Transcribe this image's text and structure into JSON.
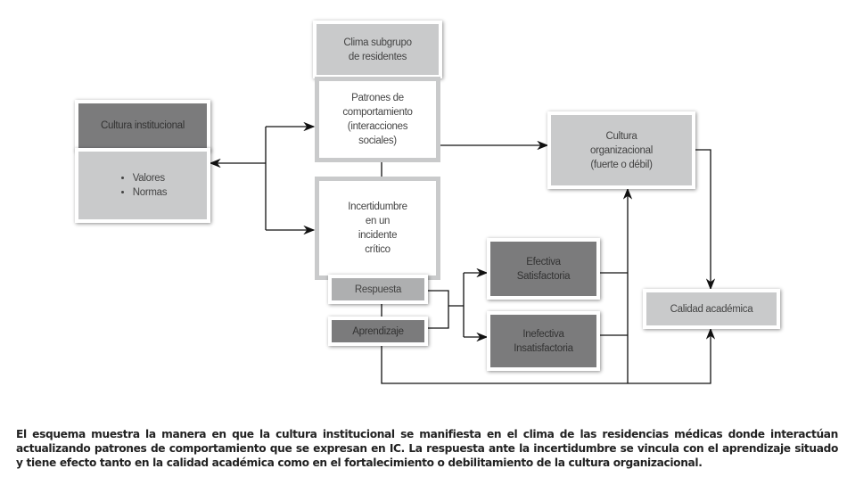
{
  "boxes": {
    "cultura_institucional": "Cultura institucional",
    "valores": "Valores",
    "normas": "Normas",
    "clima_l1": "Clima subgrupo",
    "clima_l2": "de residentes",
    "patrones": [
      "Patrones de",
      "comportamiento",
      "(interacciones",
      "sociales)"
    ],
    "incertidumbre": [
      "Incertidumbre",
      "en un",
      "incidente",
      "crítico"
    ],
    "respuesta": "Respuesta",
    "aprendizaje": "Aprendizaje",
    "efectiva": [
      "Efectiva",
      "Satisfactoria"
    ],
    "inefectiva": [
      "Inefectiva",
      "Insatisfactoria"
    ],
    "cultura_org": [
      "Cultura",
      "organizacional",
      "(fuerte o débil)"
    ],
    "calidad": "Calidad académica"
  },
  "caption": "El esquema muestra la manera en que la cultura institucional se manifiesta en el clima de las residencias médicas donde interactúan actualizando patrones de comportamiento que se expresan en IC. La respuesta ante la incertidumbre se vincula con el aprendizaje situado y tiene efecto tanto en la calidad académica como en el fortalecimiento o debilitamiento de la cultura organizacional."
}
